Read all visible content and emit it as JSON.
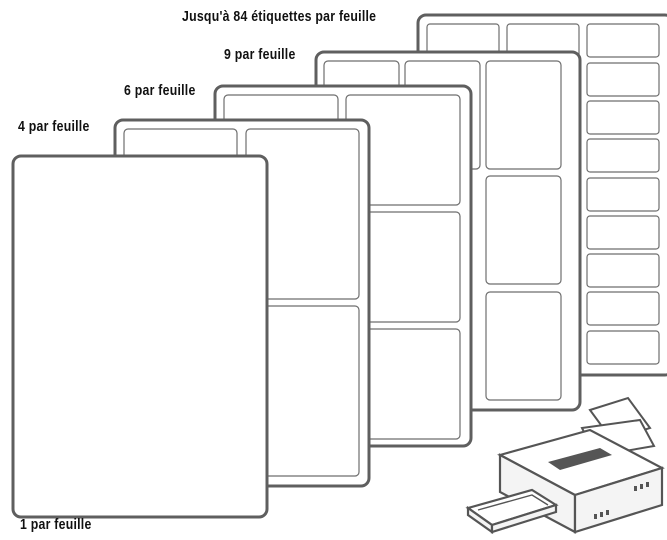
{
  "captions": {
    "sheet_84": "Jusqu'à 84 étiquettes par feuille",
    "sheet_9": "9 par feuille",
    "sheet_6": "6 par feuille",
    "sheet_4": "4 par feuille",
    "sheet_1": "1 par feuille"
  },
  "icons": {
    "printer": "printer-icon"
  }
}
